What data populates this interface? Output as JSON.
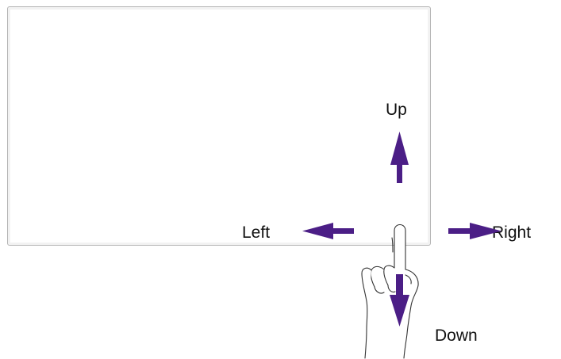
{
  "labels": {
    "up": "Up",
    "left": "Left",
    "right": "Right",
    "down": "Down"
  },
  "colors": {
    "arrow": "#4b1e86",
    "frame": "#b5b5b5",
    "hand_outline": "#333333"
  },
  "icons": {
    "hand": "hand-pointing-icon"
  }
}
